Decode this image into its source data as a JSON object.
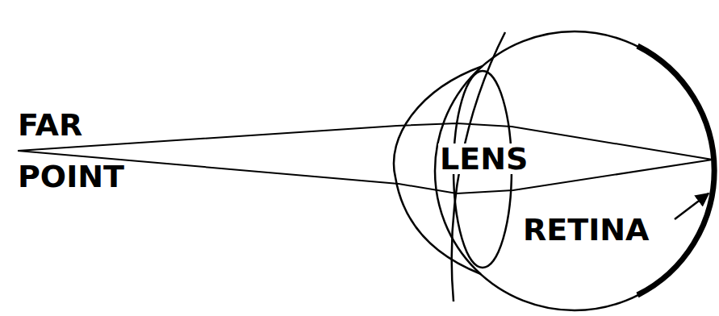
{
  "diagram": {
    "labels": [
      "FAR POINT",
      "LENS",
      "RETINA"
    ]
  }
}
